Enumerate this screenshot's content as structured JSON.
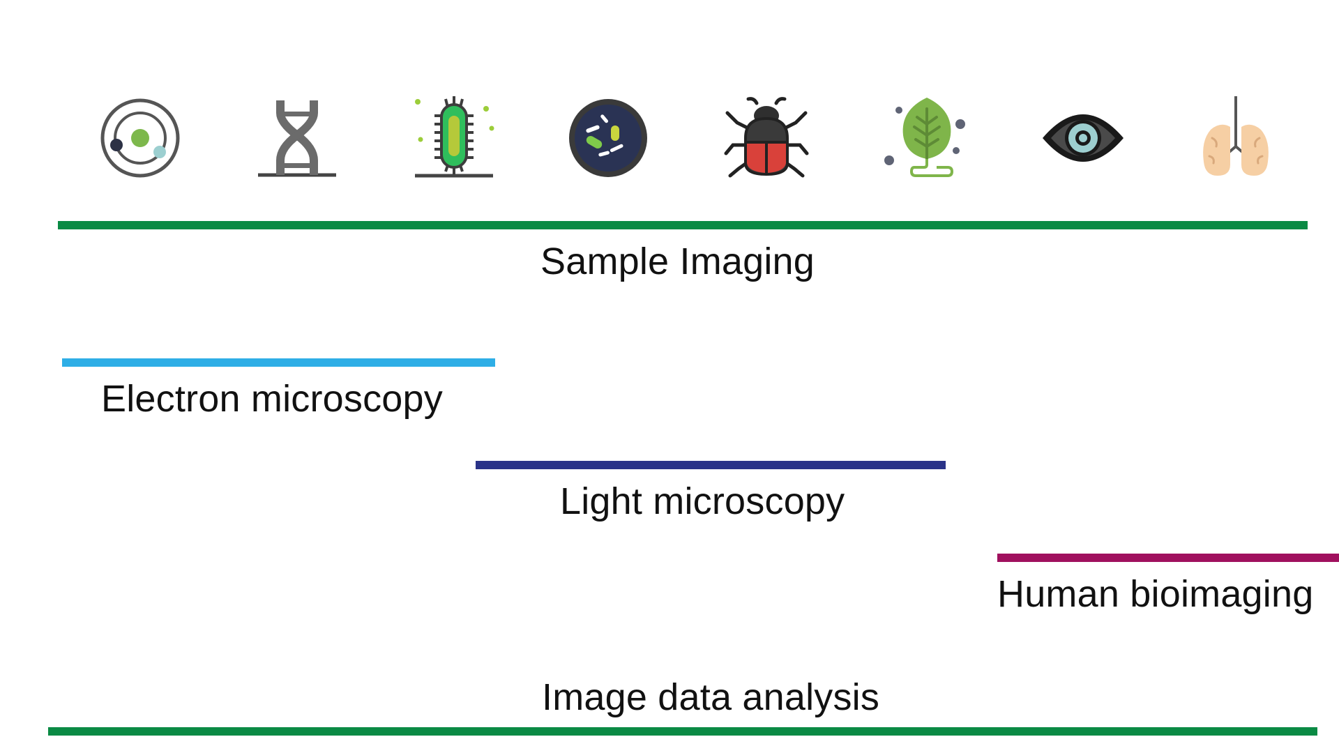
{
  "icons": [
    {
      "name": "atom-orbit-icon"
    },
    {
      "name": "dna-icon"
    },
    {
      "name": "bacterium-icon"
    },
    {
      "name": "petri-dish-icon"
    },
    {
      "name": "beetle-icon"
    },
    {
      "name": "leaf-icon"
    },
    {
      "name": "eye-icon"
    },
    {
      "name": "lungs-icon"
    }
  ],
  "sections": {
    "sample_imaging": {
      "label": "Sample Imaging",
      "color": "#0a8a44"
    },
    "electron_microscopy": {
      "label": "Electron microscopy",
      "color": "#2eaee6"
    },
    "light_microscopy": {
      "label": "Light microscopy",
      "color": "#2a3388"
    },
    "human_bioimaging": {
      "label": "Human bioimaging",
      "color": "#a0105e"
    },
    "image_data_analysis": {
      "label": "Image data analysis",
      "color": "#0a8a44"
    }
  }
}
